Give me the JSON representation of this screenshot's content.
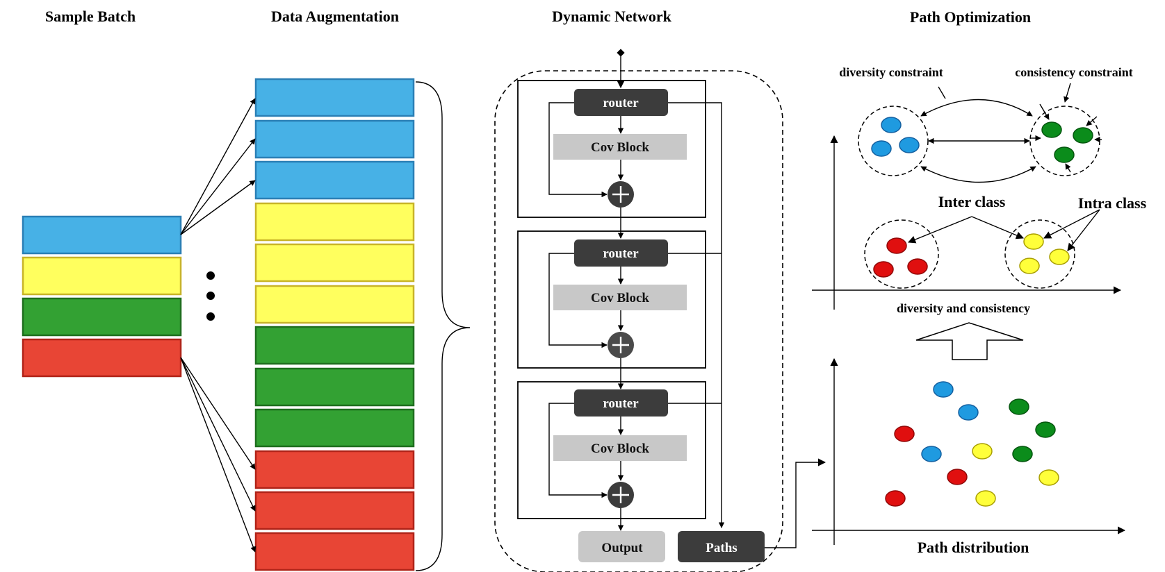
{
  "titles": {
    "sample_batch": "Sample Batch",
    "data_augmentation": "Data Augmentation",
    "dynamic_network": "Dynamic Network",
    "path_optimization": "Path Optimization"
  },
  "network": {
    "router_label": "router",
    "block_label": "Cov Block",
    "output_label": "Output",
    "paths_label": "Paths"
  },
  "optimization": {
    "diversity_constraint": "diversity constraint",
    "consistency_constraint": "consistency constraint",
    "inter_class": "Inter class",
    "intra_class": "Intra class",
    "diversity_and_consistency": "diversity  and consistency",
    "path_distribution": "Path distribution"
  },
  "colors": {
    "blue": "#47b1e6",
    "yellow": "#ffff5e",
    "green": "#33a133",
    "red": "#e84535",
    "dot_blue": "#1f9ae0",
    "dot_green": "#0b8c1b",
    "dot_red": "#e00f0f",
    "dot_yellow": "#ffff3a",
    "dark_box": "#3c3c3c",
    "light_box": "#c8c8c8"
  }
}
